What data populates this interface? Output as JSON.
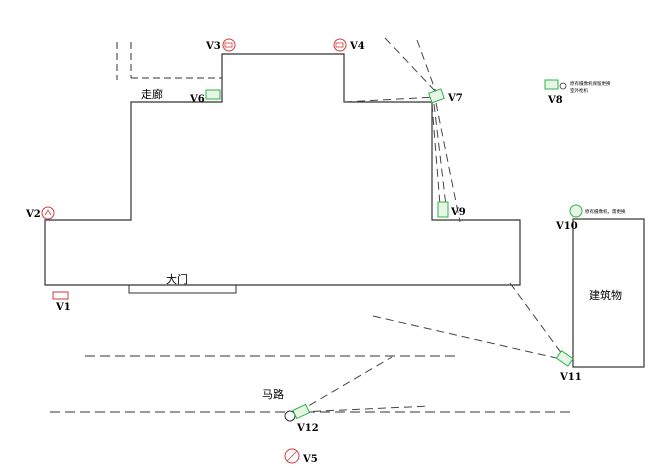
{
  "labels": {
    "corridor": "走廊",
    "gate": "大门",
    "building": "建筑物",
    "road": "马路"
  },
  "cameras": {
    "v1": "V1",
    "v2": "V2",
    "v3": "V3",
    "v4": "V4",
    "v5": "V5",
    "v6": "V6",
    "v7": "V7",
    "v8": "V8",
    "v9": "V9",
    "v10": "V10",
    "v11": "V11",
    "v12": "V12"
  },
  "notes": {
    "v8_line1": "原有摄像机保留更换",
    "v8_line2": "室外枪机",
    "v10_line": "原有摄像机，需更换"
  },
  "watermark": "",
  "colors": {
    "outline": "#333333",
    "fov": "#444444",
    "red_cam": "#d33a3a",
    "green_cam": "#2fb34a"
  }
}
